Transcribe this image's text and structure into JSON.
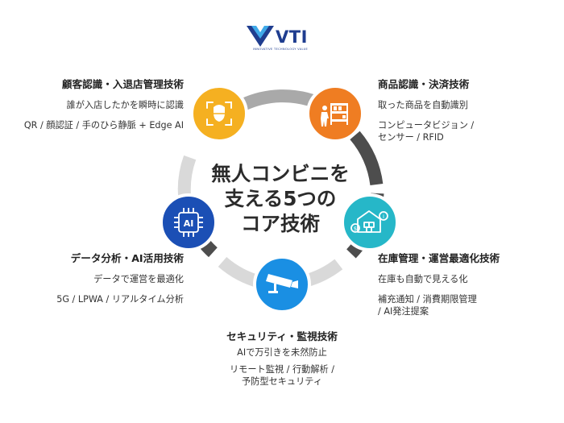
{
  "logo": {
    "name": "VTI",
    "tagline": "INNOVATIVE TECHNOLOGY VALUE"
  },
  "center_title": [
    "無人コンビニを",
    "支える5つの",
    "コア技術"
  ],
  "sections": [
    {
      "id": "customer",
      "title": "顧客認識・入退店管理技術",
      "desc": "誰が入店したかを瞬時に認識",
      "tech": [
        "QR / 顔認証 / 手のひら静脈 + Edge AI"
      ],
      "icon": "face-scan-icon",
      "color": "#f5b021"
    },
    {
      "id": "product",
      "title": "商品認識・決済技術",
      "desc": "取った商品を自動識別",
      "tech": [
        "コンピュータビジョン /",
        "センサー / RFID"
      ],
      "icon": "shopper-shelf-icon",
      "color": "#ef7d22"
    },
    {
      "id": "inventory",
      "title": "在庫管理・運営最適化技術",
      "desc": "在庫も自動で見える化",
      "tech": [
        "補充通知 / 消費期限管理",
        "/ AI発注提案"
      ],
      "icon": "warehouse-icon",
      "color": "#26b7c8"
    },
    {
      "id": "security",
      "title": "セキュリティ・監視技術",
      "desc": "AIで万引きを未然防止",
      "tech": [
        "リモート監視 / 行動解析 /",
        "予防型セキュリティ"
      ],
      "icon": "security-camera-icon",
      "color": "#1a8fe3"
    },
    {
      "id": "data",
      "title": "データ分析・AI活用技術",
      "desc": "データで運営を最適化",
      "tech": [
        "5G / LPWA / リアルタイム分析"
      ],
      "icon": "ai-chip-icon",
      "color": "#1b4fb5"
    }
  ],
  "ai_chip_label": "AI",
  "colors": {
    "ring_dark": "#4d4d4d",
    "ring_light": "#d9d9d9",
    "logo_blue": "#1f3d8f"
  }
}
